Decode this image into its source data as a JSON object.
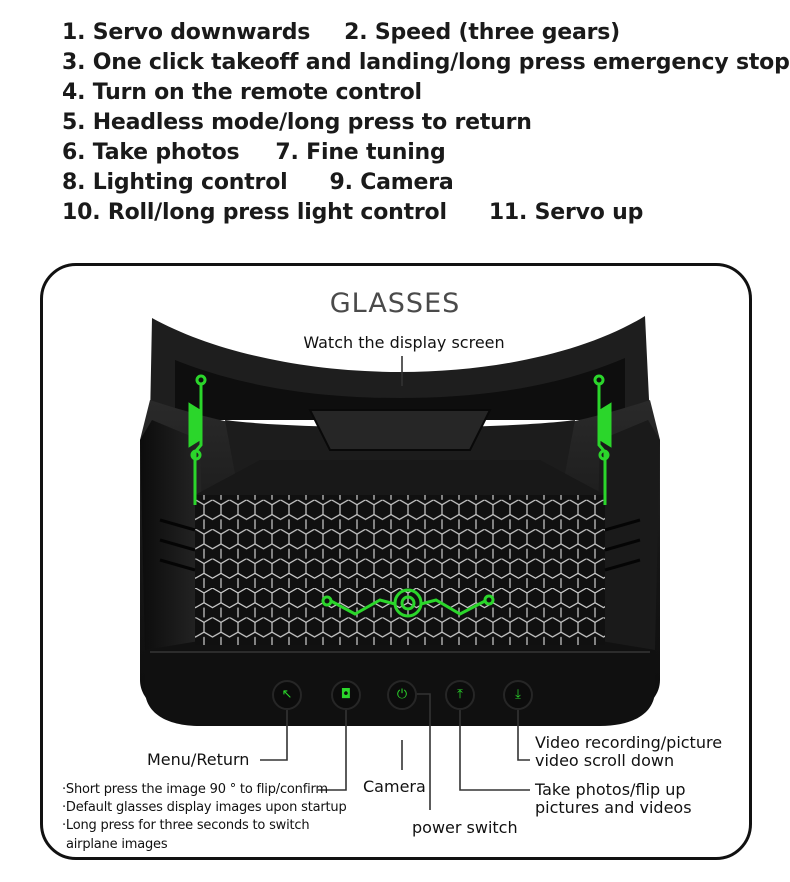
{
  "legend": {
    "rows": [
      [
        "1. Servo downwards",
        "2. Speed (three gears)"
      ],
      [
        "3. One click takeoff and landing/long press emergency stop"
      ],
      [
        "4. Turn on the remote control"
      ],
      [
        "5. Headless mode/long press to return"
      ],
      [
        "6. Take photos",
        "7. Fine tuning"
      ],
      [
        "8. Lighting control",
        "9. Camera"
      ],
      [
        "10. Roll/long press light control",
        "11. Servo up"
      ]
    ]
  },
  "diagram": {
    "title": "GLASSES",
    "subtitle": "Watch the display screen",
    "labels": {
      "menu_return": "Menu/Return",
      "camera": "Camera",
      "power_switch": "power switch",
      "video_recording_1": "Video recording/picture",
      "video_recording_2": "video scroll down",
      "take_photos_1": "Take photos/flip up",
      "take_photos_2": "pictures and videos"
    },
    "notes": [
      "·Short press the image 90 ° to flip/confirm",
      "·Default glasses display images upon startup",
      "·Long press for three seconds to switch",
      "airplane images"
    ],
    "buttons": [
      {
        "name": "menu-button",
        "glyph": "↖"
      },
      {
        "name": "camera-button",
        "glyph": "◘"
      },
      {
        "name": "power-button",
        "glyph": "⏻"
      },
      {
        "name": "photo-flip-up-button",
        "glyph": "⤒"
      },
      {
        "name": "video-scroll-down-button",
        "glyph": "⤓"
      }
    ],
    "colors": {
      "accent": "#2bd62b",
      "body": "#151515",
      "frame": "#111111"
    }
  }
}
